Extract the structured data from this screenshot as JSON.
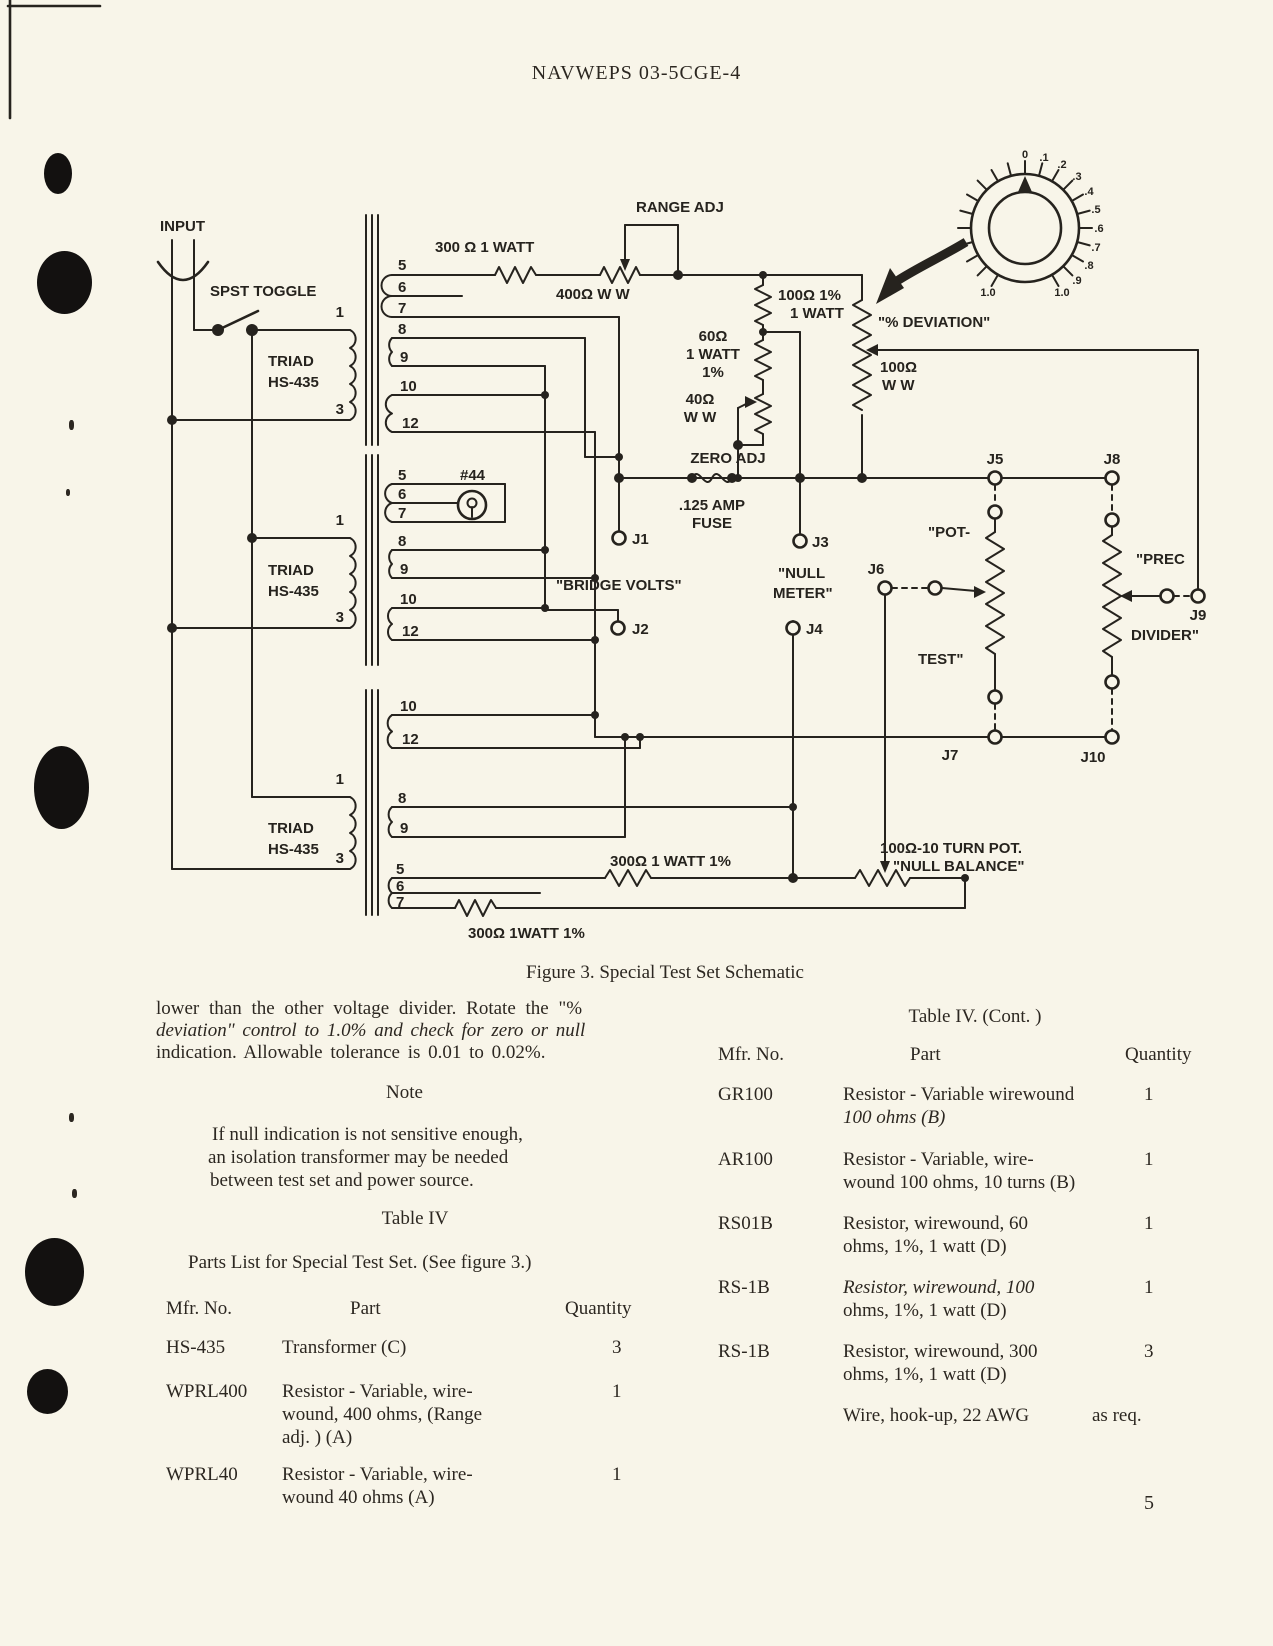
{
  "page": {
    "header": "NAVWEPS 03-5CGE-4",
    "figure_caption": "Figure 3.  Special Test Set Schematic",
    "page_number": "5"
  },
  "schematic": {
    "labels": {
      "input": "INPUT",
      "spst": "SPST TOGGLE",
      "triad_line1": "TRIAD",
      "triad_line2": "HS-435",
      "r300_top": "300 Ω  1 WATT",
      "range_adj": "RANGE ADJ",
      "r400": "400Ω  W W",
      "r100_line1": "100Ω 1%",
      "r100_line2": "1 WATT",
      "deviation": "\"%  DEVIATION\"",
      "r60_line1": "60Ω",
      "r60_line2": "1 WATT",
      "r60_line3": "1%",
      "r100ww_line1": "100Ω",
      "r100ww_line2": "W W",
      "r40_line1": "40Ω",
      "r40_line2": "W W",
      "zero_adj": "ZERO ADJ",
      "fuse_line1": ".125 AMP",
      "fuse_line2": "FUSE",
      "bridge_volts": "\"BRIDGE VOLTS\"",
      "null_meter_line1": "\"NULL",
      "null_meter_line2": "METER\"",
      "pot_test_line1": "\"POT-",
      "pot_test_line2": "TEST\"",
      "prec_divider_line1": "\"PREC",
      "prec_divider_line2": "DIVIDER\"",
      "lamp": "#44",
      "r300_mid": "300Ω 1 WATT 1%",
      "null_bal_line1": "100Ω-10 TURN POT.",
      "null_bal_line2": "\"NULL BALANCE\"",
      "r300_bot": "300Ω 1WATT 1%"
    },
    "jacks": {
      "j1": "J1",
      "j2": "J2",
      "j3": "J3",
      "j4": "J4",
      "j5": "J5",
      "j6": "J6",
      "j7": "J7",
      "j8": "J8",
      "j9": "J9",
      "j10": "J10"
    },
    "terminals": {
      "p1": "1",
      "p3": "3",
      "s5": "5",
      "s6": "6",
      "s7": "7",
      "s8": "8",
      "s9": "9",
      "s10": "10",
      "s12": "12"
    },
    "dial": {
      "labels": [
        "0",
        ".1",
        ".2",
        ".3",
        ".4",
        ".5",
        ".6",
        ".7",
        ".8",
        ".9",
        "1.0",
        "1.0"
      ]
    }
  },
  "body": {
    "para": [
      "lower than the other voltage divider.  Rotate the \"%",
      "deviation\" control to 1.0% and check for zero or null",
      "indication.  Allowable tolerance is 0.01 to 0.02%."
    ],
    "note_title": "Note",
    "note": [
      "If null indication is not sensitive enough,",
      "an isolation transformer may be needed",
      "between test set and power source."
    ]
  },
  "table_left": {
    "title": "Table IV",
    "subtitle": "Parts List for Special Test Set.  (See figure 3.)",
    "headers": [
      "Mfr. No.",
      "Part",
      "Quantity"
    ],
    "rows": [
      {
        "mfr": "HS-435",
        "part": [
          "Transformer (C)"
        ],
        "qty": "3"
      },
      {
        "mfr": "WPRL400",
        "part": [
          "Resistor - Variable, wire-",
          "wound, 400 ohms, (Range",
          "adj. ) (A)"
        ],
        "qty": "1"
      },
      {
        "mfr": "WPRL40",
        "part": [
          "Resistor - Variable, wire-",
          "wound 40 ohms (A)"
        ],
        "qty": "1"
      }
    ]
  },
  "table_right": {
    "title": "Table IV. (Cont. )",
    "headers": [
      "Mfr. No.",
      "Part",
      "Quantity"
    ],
    "rows": [
      {
        "mfr": "GR100",
        "part": [
          "Resistor - Variable wirewound",
          "100 ohms (B)"
        ],
        "qty": "1"
      },
      {
        "mfr": "AR100",
        "part": [
          "Resistor - Variable, wire-",
          "wound 100 ohms, 10 turns (B)"
        ],
        "qty": "1"
      },
      {
        "mfr": "RS01B",
        "part": [
          "Resistor, wirewound, 60",
          "ohms, 1%, 1 watt (D)"
        ],
        "qty": "1"
      },
      {
        "mfr": "RS-1B",
        "part": [
          "Resistor, wirewound, 100",
          "ohms, 1%, 1 watt (D)"
        ],
        "qty": "1"
      },
      {
        "mfr": "RS-1B",
        "part": [
          "Resistor, wirewound, 300",
          "ohms, 1%, 1 watt (D)"
        ],
        "qty": "3"
      },
      {
        "mfr": "",
        "part": [
          "Wire, hook-up, 22 AWG"
        ],
        "qty": "as req."
      }
    ]
  }
}
